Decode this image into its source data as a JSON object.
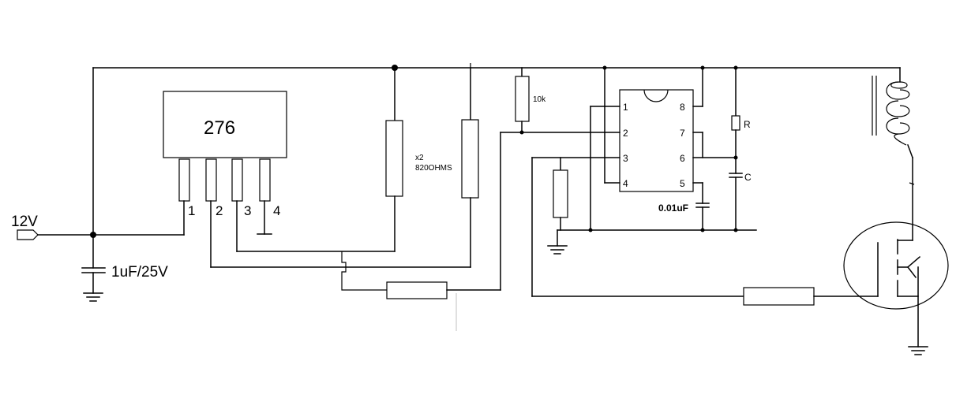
{
  "diagram": {
    "supply_label": "12V",
    "cap1_label": "1uF/25V",
    "regulator": {
      "label": "276",
      "pins": [
        "1",
        "2",
        "3",
        "4"
      ]
    },
    "resistor_pair_label": [
      "x2",
      "820OHMS"
    ],
    "pullup_label": "10k",
    "timer_pins": {
      "left": [
        "1",
        "2",
        "3",
        "4"
      ],
      "right": [
        "8",
        "7",
        "6",
        "5"
      ]
    },
    "r_label": "R",
    "c_label": "C",
    "cap2_label": "0.01uF"
  }
}
